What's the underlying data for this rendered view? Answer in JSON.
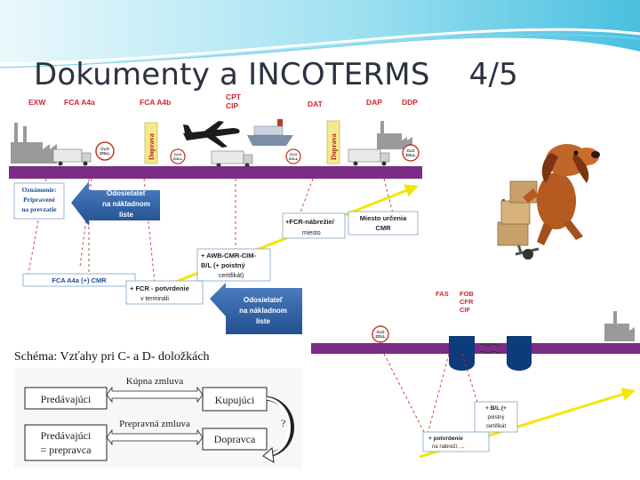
{
  "title": {
    "main": "Dokumenty a INCOTERMS",
    "page": "4/5"
  },
  "top_diagram": {
    "terms": [
      "EXW",
      "FCA A4a",
      "FCA A4b",
      "CPT",
      "CIP",
      "DAT",
      "DAP",
      "DDP"
    ],
    "doprava_label": "Doprava",
    "customs_stamp": [
      "CLO",
      "ZOLL"
    ],
    "boxes": {
      "notice": [
        "Oznámenie:",
        "Pripravené",
        "na prevzatie"
      ],
      "sender_left": [
        "Odosielateľ",
        "na nákladnom",
        "liste"
      ],
      "fcr_nabrezie": [
        "+FCR-nábrežie/",
        "miesto"
      ],
      "destination": [
        "Miesto určenia",
        "CMR"
      ],
      "awb": [
        "+ AWB-CMR-CIM-",
        "B/L (+ poistný",
        "certifikát)"
      ],
      "fca_cmr": "FCA A4a (+) CMR",
      "fcr_terminal": [
        "+ FCR - potvrdenie",
        "v termináli"
      ],
      "sender_bottom": [
        "Odosielateľ",
        "na nákladnom",
        "liste"
      ]
    }
  },
  "caption": "Schéma: Vzťahy pri C- a D- doložkách",
  "scheme": {
    "left_top": "Predávajúci",
    "left_bottom": [
      "Predávajúci",
      "= prepravca"
    ],
    "right_top": "Kupujúci",
    "right_bottom": "Dopravca",
    "contract_purchase": "Kúpna zmluva",
    "contract_transport": "Prepravná zmluva",
    "question": "?"
  },
  "bottom_diagram": {
    "terms": [
      "FAS",
      "FOB",
      "CFR",
      "CIF"
    ],
    "customs_stamp": [
      "CLO",
      "ZOLL"
    ],
    "boxes": {
      "bl": [
        "+ B/L (+",
        "poistný",
        "certifikát"
      ],
      "potvrdenie": [
        "+ potvrdenie",
        "na nábreží, ..."
      ]
    }
  },
  "colors": {
    "purple_band": "#7b2c84",
    "arrow_blue": "#2f64a8",
    "yellow_arrow": "#f4e600",
    "dashed_red": "#c0392b",
    "terms_red": "#d3262e",
    "teal_swoosh": "#48c1dc"
  }
}
